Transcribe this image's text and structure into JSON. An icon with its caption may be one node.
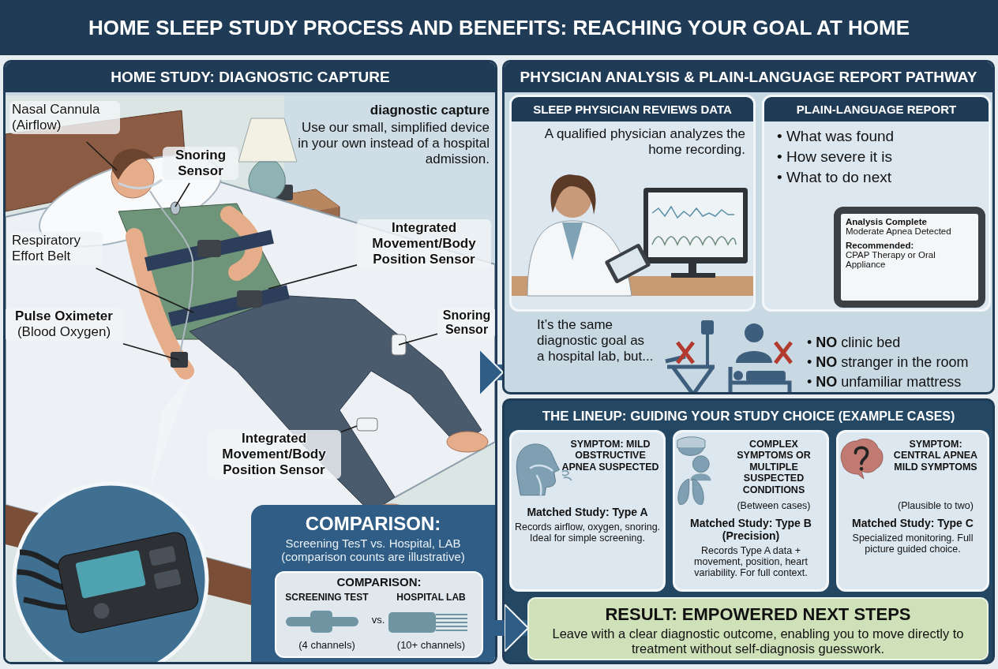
{
  "diagram": {
    "title": "HOME SLEEP STUDY PROCESS AND BENEFITS: REACHING YOUR GOAL AT HOME",
    "nodes": [
      {
        "text": [
          "HOME STUDY: DIAGNOSTIC CAPTURE"
        ]
      },
      {
        "text": [
          "Nasal Cannula (Airflow)"
        ],
        "in": 0
      },
      {
        "text": [
          "Snoring Sensor"
        ],
        "in": 0
      },
      {
        "text": [
          "Respiratory Effort Belt"
        ],
        "in": 0
      },
      {
        "text": [
          "**Pulse Oximeter** (Blood Oxygen)"
        ],
        "in": 0
      },
      {
        "text": [
          "Integrated Movement/Body Position Sensor"
        ],
        "in": 0
      },
      {
        "text": [
          "Snoring Sensor"
        ],
        "in": 0
      },
      {
        "text": [
          "Integrated Movement/Body Position Sensor"
        ],
        "in": 0
      },
      {
        "text": [
          "COMPARISON:",
          "Screening TesT vs. Hospital, LAB (comparison counts are illustrative)"
        ],
        "in": 0
      },
      {
        "text": [
          "COMPARISON:",
          "SCREENING TEST",
          "vs.",
          "HOSPITAL LAB",
          "(4 channels)",
          "(10+ channels)"
        ],
        "in": 8
      },
      {
        "text": [
          "PHYSICIAN ANALYSIS & PLAIN-LANGUAGE REPORT PATHWAY"
        ]
      },
      {
        "text": [
          "SLEEP PHYSICIAN REVIEWS DATA",
          "A qualified physician analyzes the home recording."
        ],
        "in": 10
      },
      {
        "text": [
          "PLAIN-LANGUAGE REPORT",
          "• What was found",
          "• How severe it is",
          "• What to do next"
        ],
        "in": 10
      },
      {
        "text": [
          "Analysis Complete",
          "Moderate Apnea Detected",
          "Recommended:",
          "CPAP Therapy or Oral Appliance"
        ],
        "in": 12
      },
      {
        "text": [
          "**THE LINEUP: GUIDING YOUR STUDY CHOICE** (EXAMPLE CASES)"
        ]
      },
      {
        "text": [
          "SYMPTOM: MILD OBSTRUCTIVE APNEA SUSPECTED",
          "Matched Study: Type A",
          "Records airflow, oxygen, snoring. Ideal for simple screening."
        ],
        "in": 14
      },
      {
        "text": [
          "COMPLEX SYMPTOMS OR MULTIPLE SUSPECTED CONDITIONS",
          "(Between cases)",
          "Matched Study: Type B (Precision)",
          "Records Type A data + movement, position, heart variability. For full context."
        ],
        "in": 14
      },
      {
        "text": [
          "SYMPTOM: CENTRAL APNEA MILD SYMPTOMS",
          "(Plausible to two)",
          "Matched Study: Type C",
          "Specialized monitoring. Full picture guided choice."
        ],
        "in": 14
      },
      {
        "text": [
          "RESULT: EMPOWERED NEXT STEPS",
          "Leave with a clear diagnostic outcome, enabling you to move directly to treatment without self-diagnosis guesswork."
        ],
        "in": 14
      }
    ],
    "edges": [
      {
        "from": 0,
        "to": 10,
        "arrow": "to",
        "style": "thick",
        "color": "#2f5d85"
      },
      {
        "from": 8,
        "to": 18,
        "arrow": "to",
        "style": "thick",
        "color": "#2f5d85"
      },
      {
        "from": 1,
        "to": null,
        "arrow": "none"
      },
      {
        "from": 2,
        "to": null,
        "arrow": "none"
      },
      {
        "from": 3,
        "to": null,
        "arrow": "none"
      },
      {
        "from": 4,
        "to": null,
        "arrow": "none"
      },
      {
        "from": 5,
        "to": null,
        "arrow": "none"
      },
      {
        "from": 6,
        "to": null,
        "arrow": "none"
      },
      {
        "from": 7,
        "to": null,
        "arrow": "none"
      }
    ],
    "labels": [
      "diagnostic capture",
      "Use our small, simplified device in your own instead of a hospital admission.",
      "It’s the same diagnostic goal as a hospital lab, but...",
      "• **NO** clinic bed",
      "• **NO** stranger in the room",
      "• **NO** unfamiliar mattress"
    ]
  }
}
